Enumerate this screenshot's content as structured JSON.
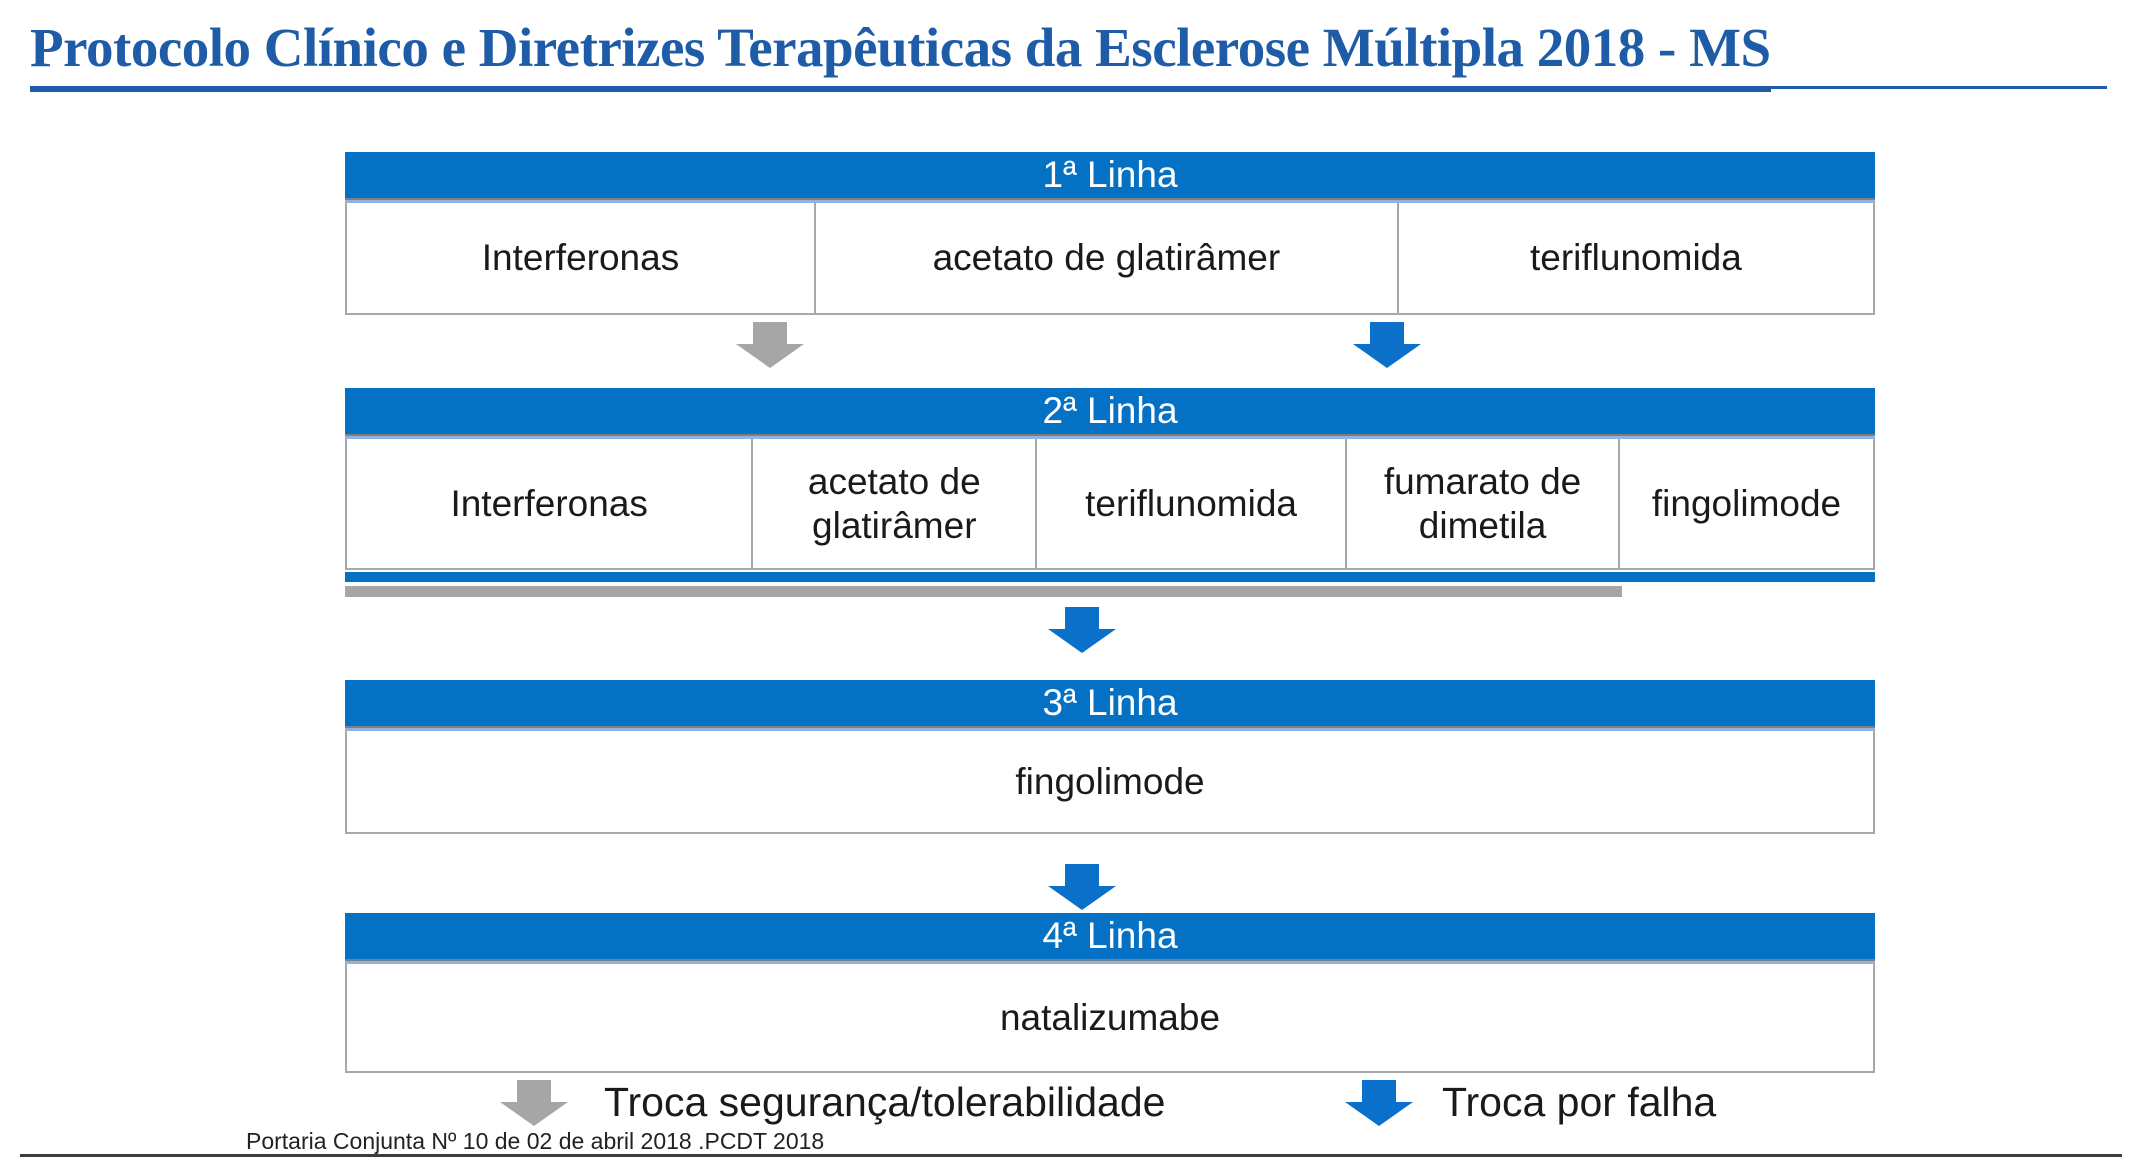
{
  "title": "Protocolo Clínico e Diretrizes Terapêuticas da Esclerose Múltipla 2018 - MS",
  "tables": [
    {
      "header": "1ª Linha",
      "cells": [
        "Interferonas",
        "acetato de glatirâmer",
        "teriflunomida"
      ]
    },
    {
      "header": "2ª Linha",
      "cells": [
        "Interferonas",
        "acetato de glatirâmer",
        "teriflunomida",
        "fumarato de dimetila",
        "fingolimode"
      ]
    },
    {
      "header": "3ª Linha",
      "cells": [
        "fingolimode"
      ]
    },
    {
      "header": "4ª Linha",
      "cells": [
        "natalizumabe"
      ]
    }
  ],
  "legend": {
    "safety": {
      "icon": "gray-down-arrow",
      "label": "Troca segurança/tolerabilidade"
    },
    "failure": {
      "icon": "blue-down-arrow",
      "label": "Troca por falha"
    }
  },
  "footer": "Portaria Conjunta Nº 10 de 02 de abril 2018 .PCDT 2018",
  "colors": {
    "header_blue": "#0571C5",
    "arrow_blue": "#0B70CA",
    "arrow_gray": "#A6A6A6",
    "title_blue": "#1F5CA8",
    "border_gray": "#A8A8A8"
  }
}
